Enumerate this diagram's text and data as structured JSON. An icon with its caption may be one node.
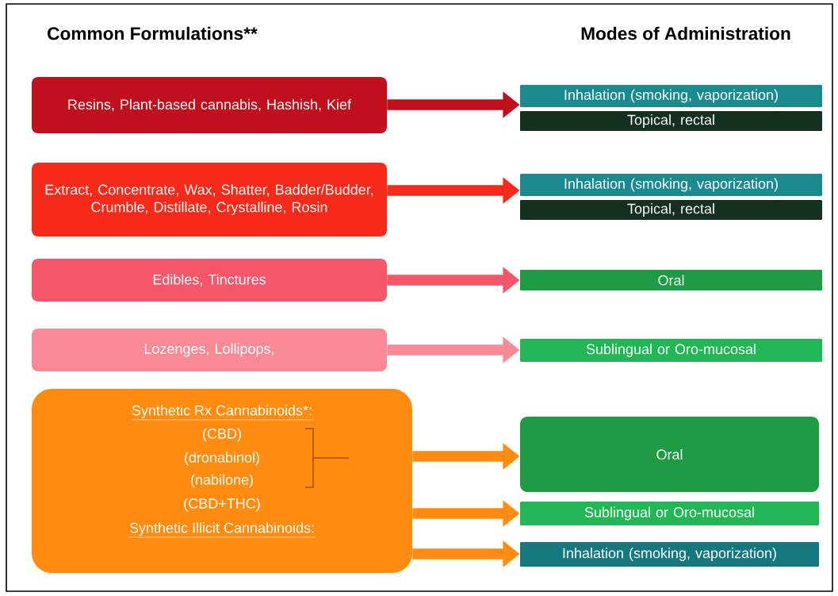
{
  "diagram": {
    "nodes": [
      {
        "text": [
          "Resins, Plant-based cannabis, Hashish, Kief"
        ]
      },
      {
        "text": [
          "Inhalation (smoking, vaporization)"
        ]
      },
      {
        "text": [
          "Topical, rectal"
        ]
      },
      {
        "text": [
          "Extract, Concentrate, Wax, Shatter, Badder/Budder, Crumble, Distillate, Crystalline, Rosin"
        ]
      },
      {
        "text": [
          "Inhalation (smoking, vaporization)"
        ]
      },
      {
        "text": [
          "Topical, rectal"
        ]
      },
      {
        "text": [
          "Edibles, Tinctures"
        ]
      },
      {
        "text": [
          "Oral"
        ]
      },
      {
        "text": [
          "Lozenges, Lollipops,"
        ]
      },
      {
        "text": [
          "Sublingual or Oro-mucosal"
        ]
      },
      {
        "text": [
          "Synthetic Rx Cannabinoids*:",
          "(CBD)",
          "(dronabinol)",
          "(nabilone)",
          "(CBD+THC)",
          "Synthetic Illicit Cannabinoids:"
        ]
      },
      {
        "text": [
          "Oral"
        ]
      },
      {
        "text": [
          "Sublingual or Oro-mucosal"
        ]
      },
      {
        "text": [
          "Inhalation (smoking, vaporization)"
        ]
      }
    ],
    "edges": [
      {
        "from": 0,
        "to": 1,
        "arrow": "to",
        "color": "#c0101e"
      },
      {
        "from": 3,
        "to": 4,
        "arrow": "to",
        "color": "#f52a1a"
      },
      {
        "from": 6,
        "to": 7,
        "arrow": "to",
        "color": "#f5566a"
      },
      {
        "from": 8,
        "to": 9,
        "arrow": "to",
        "color": "#f78a94"
      },
      {
        "from": 10,
        "to": 11,
        "arrow": "to"
      },
      {
        "from": 10,
        "to": 12,
        "arrow": "to"
      },
      {
        "from": 10,
        "to": 13,
        "arrow": "to"
      }
    ],
    "labels": [
      "Common Formulations**",
      "Modes of Administration"
    ]
  }
}
